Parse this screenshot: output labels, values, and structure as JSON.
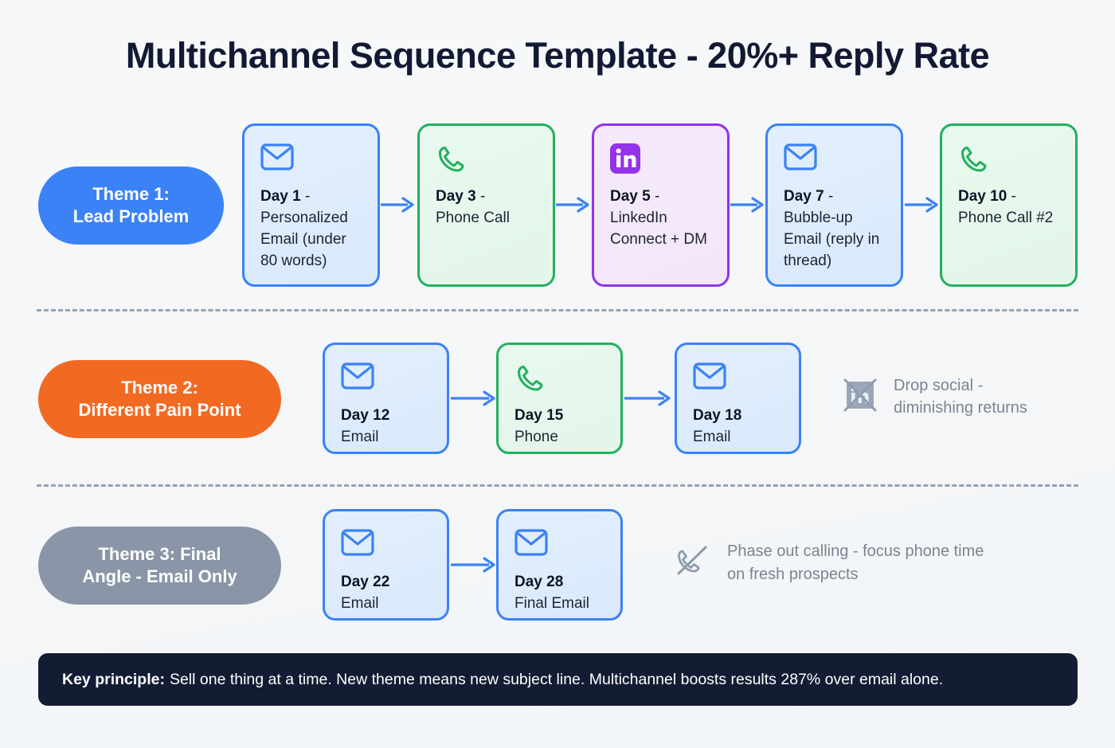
{
  "title": "Multichannel Sequence Template - 20%+ Reply Rate",
  "colors": {
    "background": "#f4f6f8",
    "title_text": "#121a33",
    "theme1_pill": "#3b82f6",
    "theme2_pill": "#f26a22",
    "theme3_pill": "#8a96a7",
    "email_card_border": "#3b82f6",
    "phone_card_border": "#22b05f",
    "linkedin_card_border": "#9333ea",
    "arrow": "#3b82f6",
    "divider": "#93a3b8",
    "note_text": "#7b8492",
    "banner_bg": "#141c34"
  },
  "rows": [
    {
      "pill": {
        "line1": "Theme 1:",
        "line2": "Lead Problem"
      },
      "cards": [
        {
          "icon": "envelope-icon",
          "type": "blue",
          "day": "Day 1",
          "dash": " -",
          "detail": "Personalized Email (under 80 words)"
        },
        {
          "icon": "phone-icon",
          "type": "green",
          "day": "Day 3",
          "dash": " -",
          "detail": "Phone Call"
        },
        {
          "icon": "linkedin-icon",
          "type": "purple",
          "day": "Day 5",
          "dash": " -",
          "detail": "LinkedIn Connect + DM"
        },
        {
          "icon": "envelope-icon",
          "type": "blue",
          "day": "Day 7",
          "dash": " -",
          "detail": "Bubble-up Email (reply in thread)"
        },
        {
          "icon": "phone-icon",
          "type": "green",
          "day": "Day 10",
          "dash": " -",
          "detail": "Phone Call #2"
        }
      ],
      "note": null
    },
    {
      "pill": {
        "line1": "Theme 2:",
        "line2": "Different Pain Point"
      },
      "cards": [
        {
          "icon": "envelope-icon",
          "type": "blue",
          "day": "Day 12",
          "detail": "Email"
        },
        {
          "icon": "phone-icon",
          "type": "green",
          "day": "Day 15",
          "detail": "Phone"
        },
        {
          "icon": "envelope-icon",
          "type": "blue",
          "day": "Day 18",
          "detail": "Email"
        }
      ],
      "note": {
        "icon": "linkedin-disabled-icon",
        "line1": "Drop social -",
        "line2": "diminishing returns"
      }
    },
    {
      "pill": {
        "line1": "Theme 3: Final",
        "line2": "Angle - Email Only"
      },
      "cards": [
        {
          "icon": "envelope-icon",
          "type": "blue",
          "day": "Day 22",
          "detail": "Email"
        },
        {
          "icon": "envelope-icon",
          "type": "blue",
          "day": "Day 28",
          "detail": "Final Email"
        }
      ],
      "note": {
        "icon": "phone-off-icon",
        "line1": "Phase out calling - focus phone time",
        "line2": "on fresh prospects"
      }
    }
  ],
  "banner": {
    "label": "Key principle:",
    "text": "Sell one thing at a time. New theme means new subject line. Multichannel boosts results 287% over email alone."
  }
}
